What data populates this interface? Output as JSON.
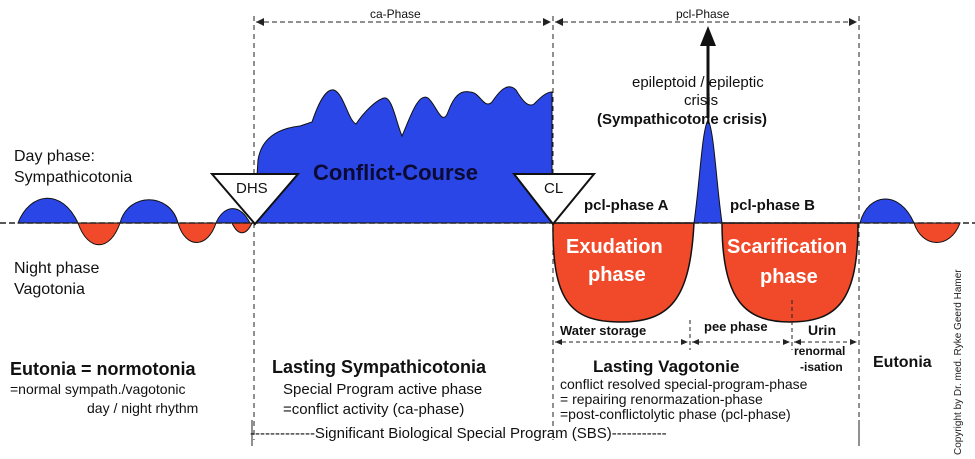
{
  "headers": {
    "ca_phase": "ca-Phase",
    "pcl_phase": "pcl-Phase"
  },
  "left_labels": {
    "day_line1": "Day phase:",
    "day_line2": "Sympathicotonia",
    "night_line1": "Night phase",
    "night_line2": "Vagotonia"
  },
  "markers": {
    "dhs": "DHS",
    "cl": "CL"
  },
  "curve_labels": {
    "conflict_course": "Conflict-Course",
    "crisis_line1": "epileptoid / epileptic",
    "crisis_line2": "crisis",
    "crisis_line3": "(Sympathicotone crisis)",
    "pcl_a": "pcl-phase A",
    "pcl_b": "pcl-phase B",
    "exudation_line1": "Exudation",
    "exudation_line2": "phase",
    "scarification_line1": "Scarification",
    "scarification_line2": "phase"
  },
  "sub_phases": {
    "water_storage": "Water  storage",
    "pee_phase": "pee phase",
    "urin": "Urin",
    "renormalisation_line1": "renormal",
    "renormalisation_line2": "-isation"
  },
  "bottom": {
    "eutonia_title": "Eutonia = normotonia",
    "eutonia_line1": "=normal sympath./vagotonic",
    "eutonia_line2": "day / night rhythm",
    "sympathicotonia_title": "Lasting Sympathicotonia",
    "sympathicotonia_line1": "Special Program active phase",
    "sympathicotonia_line2": "=conflict activity (ca-phase)",
    "vagotonie_title": "Lasting Vagotonie",
    "vagotonie_line1": "conflict resolved special-program-phase",
    "vagotonie_line2": "= repairing renormazation-phase",
    "vagotonie_line3": "=post-conflictolytic phase (pcl-phase)",
    "eutonia_right": "Eutonia",
    "sbs": "-------------Significant Biological Special Program (SBS)-----------"
  },
  "copyright": "Copyright by Dr. med. Ryke Geerd Hamer",
  "colors": {
    "sympathicotonia": "#2b46e6",
    "vagotonia": "#f04a2a",
    "lines": "#222222"
  }
}
